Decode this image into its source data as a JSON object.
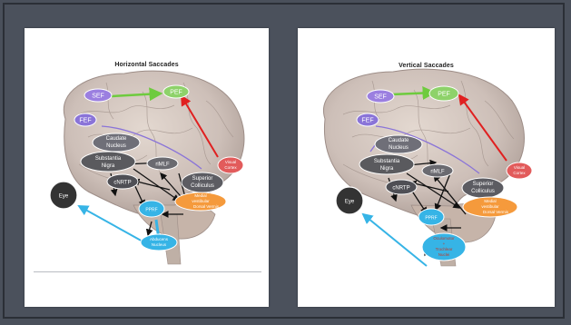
{
  "slide": {
    "left_title": "Horizontal Saccades",
    "right_title": "Vertical Saccades"
  },
  "nodes": {
    "sef": "SEF",
    "pef": "PEF",
    "fef": "FEF",
    "caudate": [
      "Caudate",
      "Nucleus"
    ],
    "substantia": [
      "Substantia",
      "Nigra"
    ],
    "rimlf": "riMLF",
    "cnrtp": "cNRTP",
    "superior": [
      "Superior",
      "Colliculus"
    ],
    "visual": [
      "Visual",
      "Cortex"
    ],
    "eye": "Eye",
    "pprf": "PPRF",
    "vestibular": [
      "Medial",
      "vestibular",
      "Dorsal Vermis"
    ],
    "abducens": [
      "Abducens",
      "Nucleus"
    ],
    "oculomotor": [
      "Oculomotor",
      "+",
      "Trochlear",
      "Nuclei"
    ]
  },
  "colors": {
    "sef": "#9b7fe0",
    "pef": "#8ed26a",
    "fef": "#8a74d8",
    "caudate": "#6f6f78",
    "substantia": "#5a5a5e",
    "visual": "#e25b5b",
    "eye": "#333333",
    "blue": "#36b4e6",
    "orange": "#f59a3c",
    "red_arrow": "#e02020",
    "green_arrow": "#6ecb3e",
    "purple_arrow": "#8a74d8"
  }
}
